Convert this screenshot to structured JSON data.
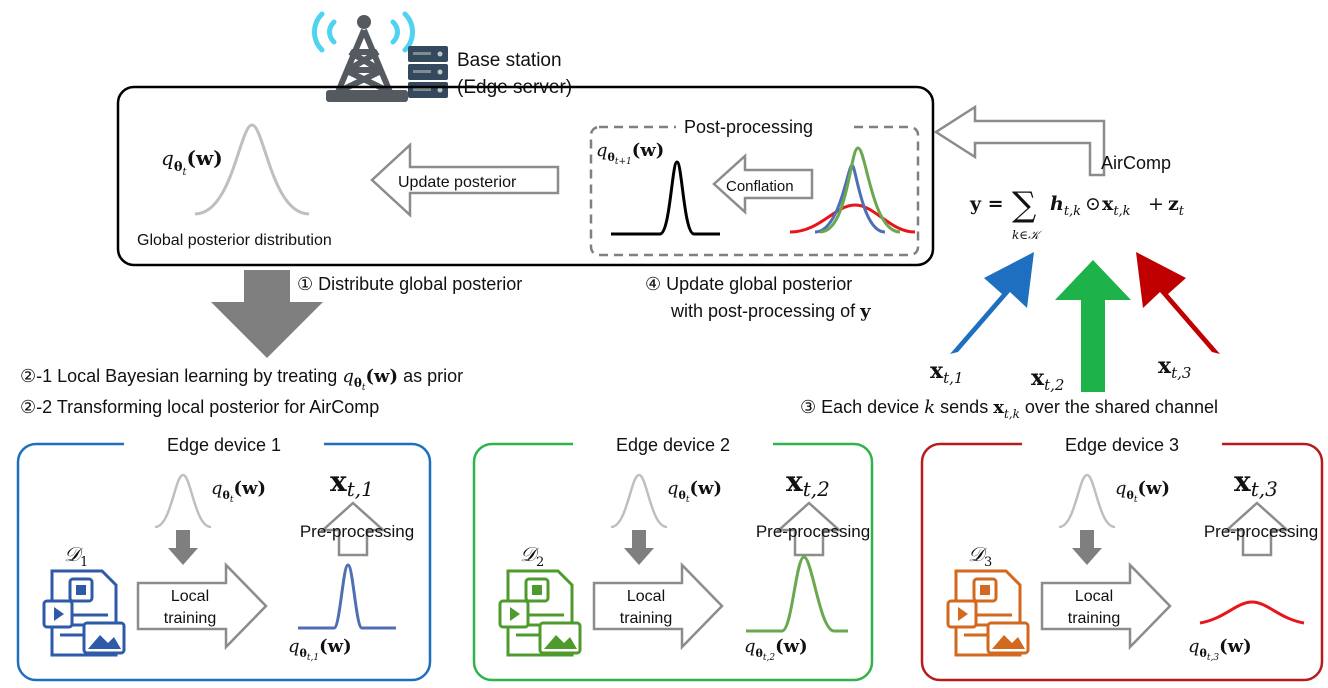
{
  "base_station": {
    "title_line1": "Base station",
    "title_line2": "(Edge server)",
    "global_posterior_label": "Global posterior distribution",
    "global_q": "q",
    "global_q_sub": "θ",
    "global_q_subsub": "t",
    "global_q_arg": "(w)",
    "update_posterior_label": "Update posterior",
    "post_processing_label": "Post-processing",
    "conflation_label": "Conflation",
    "next_q": "q",
    "next_q_sub": "θ",
    "next_q_subsub": "t+1",
    "next_q_arg": "(w)"
  },
  "aircomp": {
    "label": "AirComp",
    "eq_lhs": "y =",
    "eq_sum": "∑",
    "eq_sum_sub": "k∈𝒦",
    "eq_h": "h",
    "eq_h_sub": "t,k",
    "eq_odot": "⊙",
    "eq_x": "x",
    "eq_x_sub": "t,k",
    "eq_plus": "+",
    "eq_z": "z",
    "eq_z_sub": "t"
  },
  "steps": {
    "step1": "① Distribute global posterior",
    "step4_line1": "④ Update global posterior",
    "step4_line2": "with post-processing of",
    "step4_y": "y",
    "step2_1_pre": "②-1 Local Bayesian learning by treating",
    "step2_1_q": "q",
    "step2_1_sub": "θ",
    "step2_1_subsub": "t",
    "step2_1_arg": "(w)",
    "step2_1_post": "as prior",
    "step2_2": "②-2 Transforming local posterior for AirComp",
    "step3_pre": "③ Each device",
    "step3_k": "k",
    "step3_mid": "sends",
    "step3_x": "x",
    "step3_xsub": "t,k",
    "step3_post": "over the shared channel"
  },
  "signals": [
    {
      "x": "x",
      "sub": "t,1",
      "color": "#1f6fc0"
    },
    {
      "x": "x",
      "sub": "t,2",
      "color": "#1db34a"
    },
    {
      "x": "x",
      "sub": "t,3",
      "color": "#c00000"
    }
  ],
  "devices": [
    {
      "title": "Edge device 1",
      "border": "#1f6fc0",
      "icon_color": "#2e5aa8",
      "dataset": "𝒟",
      "dataset_sub": "1",
      "q": "q",
      "q_sub": "θ",
      "q_subsub": "t",
      "q_arg": "(w)",
      "x": "x",
      "x_sub": "t,1",
      "pre_label": "Pre-processing",
      "local_line1": "Local",
      "local_line2": "training",
      "post_q": "q",
      "post_sub": "θ",
      "post_subsub": "t,1",
      "post_arg": "(w)",
      "curve_color": "#4f6fb5"
    },
    {
      "title": "Edge device 2",
      "border": "#2fb34a",
      "icon_color": "#4f9a2c",
      "dataset": "𝒟",
      "dataset_sub": "2",
      "q": "q",
      "q_sub": "θ",
      "q_subsub": "t",
      "q_arg": "(w)",
      "x": "x",
      "x_sub": "t,2",
      "pre_label": "Pre-processing",
      "local_line1": "Local",
      "local_line2": "training",
      "post_q": "q",
      "post_sub": "θ",
      "post_subsub": "t,2",
      "post_arg": "(w)",
      "curve_color": "#6aa84f"
    },
    {
      "title": "Edge device 3",
      "border": "#b51c1c",
      "icon_color": "#d2691e",
      "dataset": "𝒟",
      "dataset_sub": "3",
      "q": "q",
      "q_sub": "θ",
      "q_subsub": "t",
      "q_arg": "(w)",
      "x": "x",
      "x_sub": "t,3",
      "pre_label": "Pre-processing",
      "local_line1": "Local",
      "local_line2": "training",
      "post_q": "q",
      "post_sub": "θ",
      "post_subsub": "t,3",
      "post_arg": "(w)",
      "curve_color": "#e8141a"
    }
  ],
  "colors": {
    "gray_arrow": "#7f7f7f",
    "outline_arrow": "#8c8c8c",
    "gray_curve": "#bfbfbf",
    "antenna_wave": "#4fd3f0",
    "tower": "#555a60",
    "conflation_green": "#6aa84f",
    "conflation_blue": "#4f6fb5",
    "conflation_red": "#e8141a"
  },
  "icons": [
    "antenna-tower-icon",
    "server-rack-icon",
    "dataset-document-icon"
  ]
}
